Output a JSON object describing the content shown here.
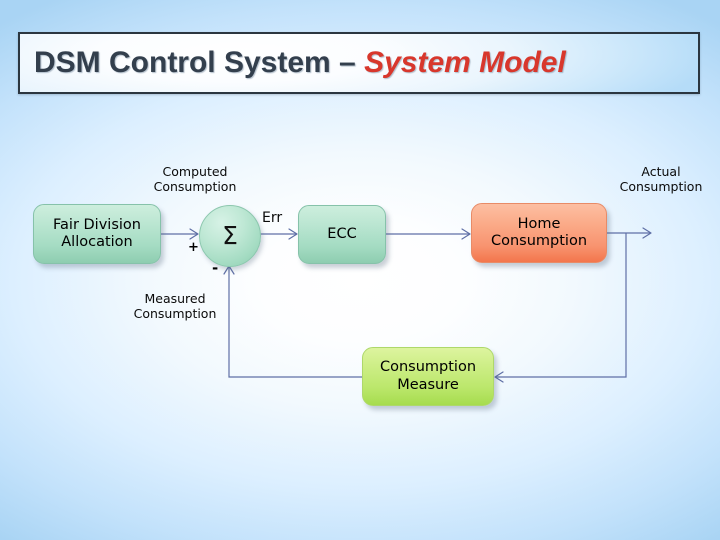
{
  "slide": {
    "title": {
      "main": "DSM Control System",
      "separator": " – ",
      "accent": "System Model",
      "main_color": "#333f4d",
      "accent_color": "#d8372c"
    },
    "background": {
      "edge_color": "#a9d4f4",
      "center_color": "#ffffff"
    }
  },
  "diagram": {
    "type": "block-diagram-closed-loop-control",
    "nodes": [
      {
        "id": "fair-division-allocation",
        "label": "Fair Division\nAllocation",
        "shape": "rounded-rect",
        "color": "#a5dcc3"
      },
      {
        "id": "sum-junction",
        "label": "Σ",
        "shape": "circle",
        "color": "#a5dcc3"
      },
      {
        "id": "ecc",
        "label": "ECC",
        "shape": "rounded-rect",
        "color": "#a5dcc3"
      },
      {
        "id": "home-consumption",
        "label": "Home\nConsumption",
        "shape": "rounded-rect",
        "color": "#f89470"
      },
      {
        "id": "consumption-measure",
        "label": "Consumption\nMeasure",
        "shape": "rounded-rect",
        "color": "#bbe76b"
      }
    ],
    "edge_labels": {
      "computed_consumption": "Computed\nConsumption",
      "err": "Err",
      "actual_consumption": "Actual\nConsumption",
      "measured_consumption": "Measured\nConsumption",
      "sum_positive": "+",
      "sum_negative": "-"
    },
    "connections": [
      {
        "from": "fair-division-allocation",
        "to": "sum-junction",
        "label": "Computed Consumption",
        "sign": "+"
      },
      {
        "from": "sum-junction",
        "to": "ecc",
        "label": "Err"
      },
      {
        "from": "ecc",
        "to": "home-consumption",
        "label": ""
      },
      {
        "from": "home-consumption",
        "to": "output",
        "label": "Actual Consumption"
      },
      {
        "from": "home-consumption",
        "to": "consumption-measure",
        "label": ""
      },
      {
        "from": "consumption-measure",
        "to": "sum-junction",
        "label": "Measured Consumption",
        "sign": "-"
      }
    ],
    "line_color": "#5f6fa6"
  }
}
